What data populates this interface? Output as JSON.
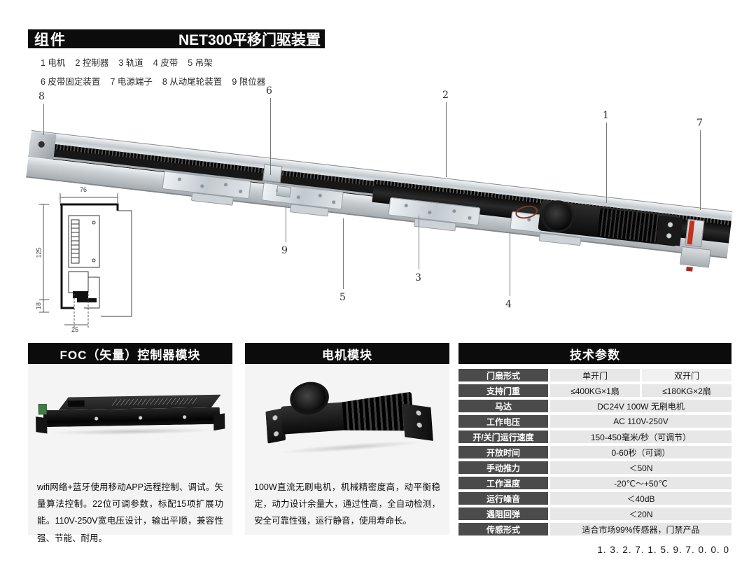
{
  "header": {
    "left_label": "组件",
    "title": "NET300平移门驱装置"
  },
  "legend": {
    "row1": [
      "1 电机",
      "2 控制器",
      "3 轨道",
      "4 皮带",
      "5 吊架"
    ],
    "row2": [
      "6 皮带固定装置",
      "7 电源端子",
      "8 从动尾轮装置",
      "9 限位器"
    ]
  },
  "diagram": {
    "callouts": [
      "8",
      "6",
      "2",
      "1",
      "7",
      "9",
      "5",
      "3",
      "4"
    ],
    "cross_section": {
      "top_width": "76",
      "left_height": "125",
      "lower_height": "18",
      "bottom_width": "25"
    }
  },
  "panels": {
    "foc": {
      "title": "FOC（矢量）控制器模块",
      "description": "wifi网络+蓝牙使用移动APP远程控制、调试。矢量算法控制。22位可调参数，标配15项扩展功能。110V-250V宽电压设计，输出平顺，兼容性强、节能、耐用。"
    },
    "motor": {
      "title": "电机模块",
      "description": "100W直流无刷电机，机械精密度高，动平衡稳定，动力设计余量大，通过性高，全自动检测，安全可靠性强，运行静音，使用寿命长。"
    },
    "specs": {
      "title": "技术参数",
      "rows": [
        {
          "label": "门扇形式",
          "values": [
            "单开门",
            "双开门"
          ]
        },
        {
          "label": "支持门重",
          "values": [
            "≤400KG×1扇",
            "≤180KG×2扇"
          ]
        },
        {
          "label": "马达",
          "values": [
            "DC24V 100W 无刷电机"
          ]
        },
        {
          "label": "工作电压",
          "values": [
            "AC 110V-250V"
          ]
        },
        {
          "label": "开/关门运行速度",
          "values": [
            "150-450毫米/秒（可调节）"
          ]
        },
        {
          "label": "开放时间",
          "values": [
            "0-60秒（可调）"
          ]
        },
        {
          "label": "手动推力",
          "values": [
            "＜50N"
          ]
        },
        {
          "label": "工作温度",
          "values": [
            "-20℃～+50℃"
          ]
        },
        {
          "label": "运行噪音",
          "values": [
            "＜40dB"
          ]
        },
        {
          "label": "遇阻回弹",
          "values": [
            "＜20N"
          ]
        },
        {
          "label": "传感形式",
          "values": [
            "适合市场99%传感器，门禁产品"
          ]
        }
      ]
    }
  },
  "footer": {
    "watermark": "1. 3. 2. 7. 1. 5. 9. 7. 0. 0. 0"
  },
  "colors": {
    "header_bar": "#0c0c0c",
    "table_label_bg": "#4b4b4b",
    "table_value_bg": "#e7e7e7",
    "panel_body_bg": "#f4f4f4",
    "terminal_red": "#c5311f"
  }
}
